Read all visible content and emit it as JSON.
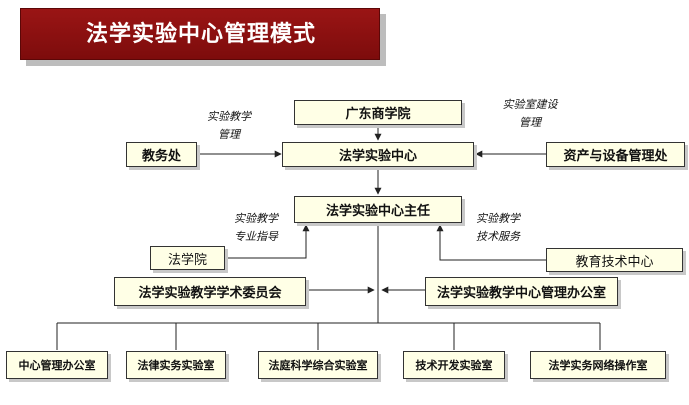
{
  "title": "法学实验中心管理模式",
  "nodes": {
    "guangdong_business_college": "广东商学院",
    "law_lab_center": "法学实验中心",
    "academic_affairs": "教务处",
    "asset_equipment_office": "资产与设备管理处",
    "center_director": "法学实验中心主任",
    "law_school": "法学院",
    "edu_tech_center": "教育技术中心",
    "academic_committee": "法学实验教学学术委员会",
    "management_office": "法学实验教学中心管理办公室"
  },
  "labs": [
    "中心管理办公室",
    "法律实务实验室",
    "法庭科学综合实验室",
    "技术开发实验室",
    "法学实务网络操作室"
  ],
  "notes": {
    "teaching_management": [
      "实验教学",
      "管理"
    ],
    "lab_construction_management": [
      "实验室建设",
      "管理"
    ],
    "professional_guidance": [
      "实验教学",
      "专业指导"
    ],
    "technical_service": [
      "实验教学",
      "技术服务"
    ]
  }
}
